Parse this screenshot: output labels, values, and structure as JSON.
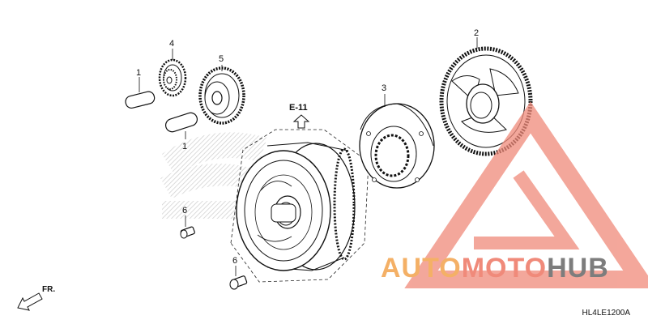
{
  "callouts": {
    "c1a": "1",
    "c1b": "1",
    "c2": "2",
    "c3": "3",
    "c4": "4",
    "c5": "5",
    "c6a": "6",
    "c6b": "6"
  },
  "ref_label": "E-11",
  "direction_label": "FR.",
  "watermark": {
    "part1": "AUTO",
    "part2": "MOTO",
    "part3": "HUB"
  },
  "diagram_code": "HL4LE1200A",
  "colors": {
    "line": "#111111",
    "watermark_orange": "#f4b066",
    "watermark_red": "#f08a7a",
    "watermark_gray": "#7d7d7d",
    "faint_logo": "#d9d9d9"
  }
}
